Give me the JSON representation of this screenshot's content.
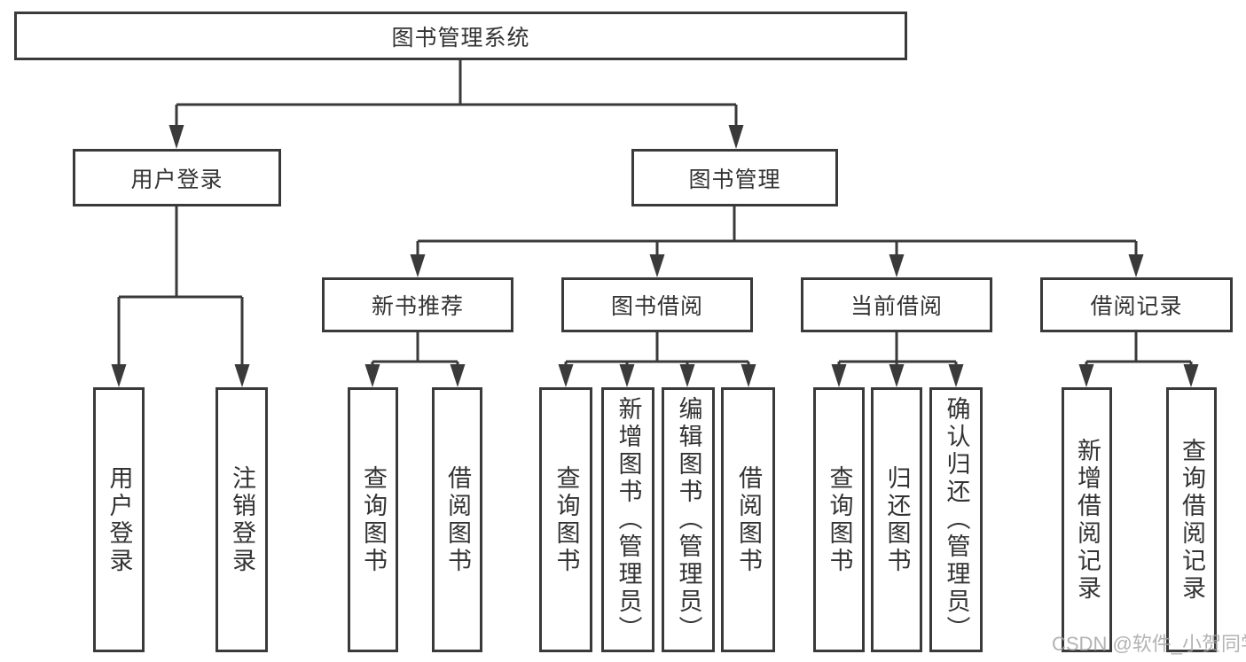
{
  "colors": {
    "line": "#3a3a3a",
    "box_border": "#3a3a3a",
    "text": "#333333",
    "watermark_text": "#a6a6a6",
    "background": "#ffffff"
  },
  "diagram": {
    "root": {
      "label": "图书管理系统"
    },
    "children": [
      {
        "label": "用户登录",
        "children": [
          {
            "label": "用户登录"
          },
          {
            "label": "注销登录"
          }
        ]
      },
      {
        "label": "图书管理",
        "children": [
          {
            "label": "新书推荐",
            "children": [
              {
                "label": "查询图书"
              },
              {
                "label": "借阅图书"
              }
            ]
          },
          {
            "label": "图书借阅",
            "children": [
              {
                "label": "查询图书"
              },
              {
                "label": "新增图书（管理员）"
              },
              {
                "label": "编辑图书（管理员）"
              },
              {
                "label": "借阅图书"
              }
            ]
          },
          {
            "label": "当前借阅",
            "children": [
              {
                "label": "查询图书"
              },
              {
                "label": "归还图书"
              },
              {
                "label": "确认归还（管理员）"
              }
            ]
          },
          {
            "label": "借阅记录",
            "children": [
              {
                "label": "新增借阅记录"
              },
              {
                "label": "查询借阅记录"
              }
            ]
          }
        ]
      }
    ]
  },
  "watermark": {
    "text": "CSDN @软件_小贺同学"
  }
}
